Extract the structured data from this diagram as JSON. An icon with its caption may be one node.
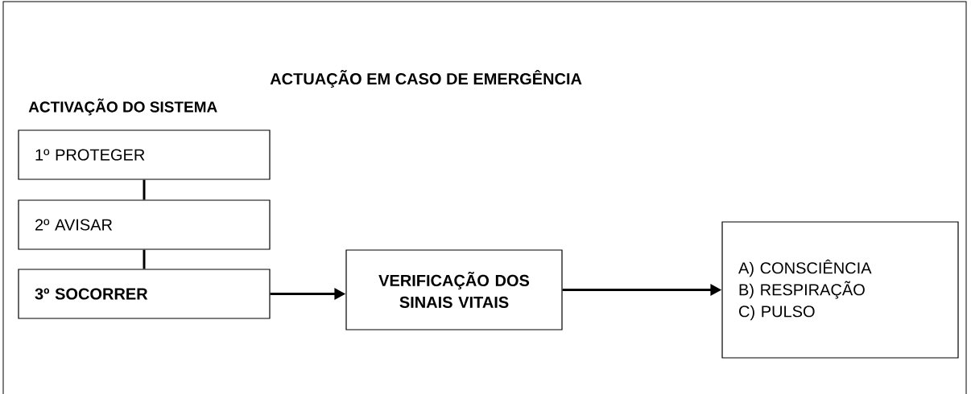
{
  "diagram": {
    "title": "ACTUAÇÃO EM CASO DE EMERGÊNCIA",
    "nodes": [
      {
        "text": [
          "1º PROTEGER"
        ]
      },
      {
        "text": [
          "2º AVISAR"
        ]
      },
      {
        "text": [
          "3º SOCORRER"
        ]
      },
      {
        "text": [
          "VERIFICAÇÃO DOS SINAIS VITAIS"
        ]
      },
      {
        "text": [
          "A) CONSCIÊNCIA",
          "B) RESPIRAÇÃO",
          "C) PULSO"
        ]
      }
    ],
    "edges": [
      {
        "from": 0,
        "to": 1,
        "arrow": "none"
      },
      {
        "from": 1,
        "to": 2,
        "arrow": "none"
      },
      {
        "from": 2,
        "to": 3,
        "arrow": "to"
      },
      {
        "from": 3,
        "to": 4,
        "arrow": "to"
      }
    ],
    "labels": [
      "ACTIVAÇÃO DO SISTEMA"
    ]
  }
}
